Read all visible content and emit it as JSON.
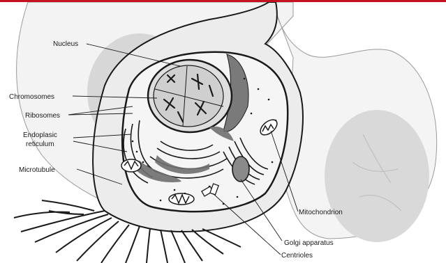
{
  "labels": {
    "nucleus": "Nucleus",
    "chromosomes": "Chromosomes",
    "ribosomes": "Ribosomes",
    "endoplasmic_line1": "Endoplasic",
    "endoplasmic_line2": "reticulum",
    "microtubule": "Microtubule",
    "mitochondrion": "Mitochondrion",
    "golgi": "Golgi apparatus",
    "centrioles": "Centrioles"
  },
  "colors": {
    "accent_bar": "#c4121f",
    "outline": "#1a1a1a",
    "cytoplasm": "#e9e9e9",
    "background_cell": "#d7d7d7",
    "shadow_cell": "#bdbdbd",
    "organelle_dark": "#6f6f6f",
    "nucleus_fill": "#cfcfcf"
  }
}
